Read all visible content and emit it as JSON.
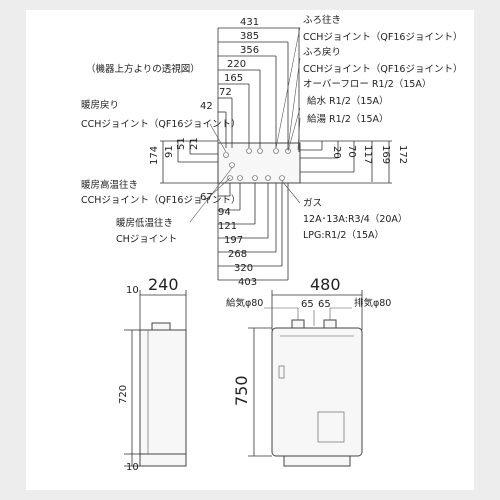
{
  "top_view": {
    "caption": "（機器上方よりの透視図）",
    "dims_top": [
      "431",
      "385",
      "356",
      "220",
      "165",
      "72",
      "42"
    ],
    "dims_vertical_left": [
      "51",
      "91",
      "174"
    ],
    "dims_vertical_right": [
      "20",
      "70",
      "117",
      "169",
      "172"
    ],
    "dim_vertical_left_small": "21",
    "dims_bottom": [
      "67",
      "94",
      "121",
      "197",
      "268",
      "320",
      "403"
    ],
    "labels_right": [
      "ふろ往き",
      "CCHジョイント（QF16ジョイント）",
      "ふろ戻り",
      "CCHジョイント（QF16ジョイント）",
      "オーバーフロー R1/2（15A）",
      "給水 R1/2（15A）",
      "給湯 R1/2（15A）"
    ],
    "labels_left": [
      "暖房戻り",
      "CCHジョイント（QF16ジョイント）",
      "暖房高温往き",
      "CCHジョイント（QF16ジョイント）",
      "暖房低温往き",
      "CHジョイント"
    ],
    "gas_labels": [
      "ガス",
      "12A･13A:R3/4（20A）",
      "LPG:R1/2（15A）"
    ]
  },
  "side_view": {
    "width": "240",
    "top_offset": "10",
    "height": "720",
    "bottom_offset": "10"
  },
  "front_view": {
    "width": "480",
    "intake_label": "給気φ80",
    "exhaust_label": "排気φ80",
    "spacing": [
      "65",
      "65"
    ],
    "height": "750"
  }
}
